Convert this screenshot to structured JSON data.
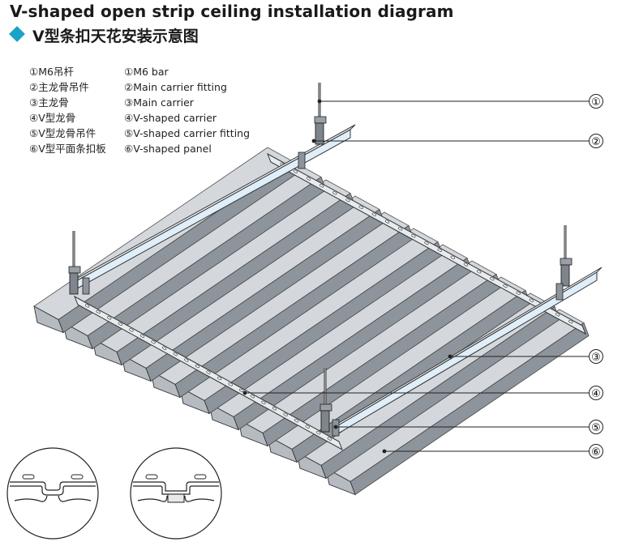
{
  "title_en": "V-shaped open strip ceiling installation diagram",
  "title_cn": "V型条扣天花安装示意图",
  "legend_cn": [
    "①M6吊杆",
    "②主龙骨吊件",
    "③主龙骨",
    "④V型龙骨",
    "⑤V型龙骨吊件",
    "⑥V型平面条扣板"
  ],
  "legend_en": [
    "①M6 bar",
    "②Main carrier fitting",
    "③Main carrier",
    "④V-shaped carrier",
    "⑤V-shaped carrier fitting",
    "⑥V-shaped panel"
  ],
  "callouts": [
    "①",
    "②",
    "③",
    "④",
    "⑤",
    "⑥"
  ],
  "colors": {
    "accent": "#19a3c8",
    "panel": "#c9ced3",
    "carrier": "#dfeef8"
  }
}
